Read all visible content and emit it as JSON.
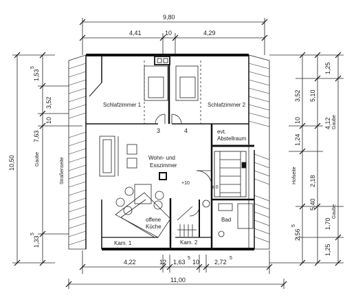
{
  "rooms": {
    "schlafzimmer1": "Schlafzimmer 1",
    "schlafzimmer2": "Schlafzimmer 2",
    "abstell_line1": "evt.",
    "abstell_line2": "Abstellraum",
    "wohn_line1": "Wohn- und",
    "wohn_line2": "Esszimmer",
    "kueche_line1": "offene",
    "kueche_line2": "Küche",
    "bad": "Bad",
    "kam1": "Kam. 1",
    "kam2": "Kam. 2"
  },
  "markers": {
    "door3": "3",
    "door4": "4",
    "level_main": "+10",
    "level_stair": "± 0"
  },
  "side_labels": {
    "strassenseite": "Straßenseite",
    "hofseite": "Hofseite",
    "gaube_left": "Gaube",
    "gaube_right_top": "Gaube",
    "gaube_right_bottom": "Gaube"
  },
  "dimensions": {
    "top_total": "9,80",
    "top_left": "4,41",
    "top_mid": "10",
    "top_right": "4,29",
    "bottom_total": "11,00",
    "bottom_1": "4,22",
    "bottom_2": "12",
    "bottom_3_base": "1,63",
    "bottom_3_sup": "5",
    "bottom_4": "10",
    "bottom_5_base": "2,72",
    "bottom_5_sup": "5",
    "left_total": "10,50",
    "left_inner": "7,63",
    "left_top_base": "1,53",
    "left_top_sup": "5",
    "left_352": "3,52",
    "left_10": "10",
    "left_bottom_base": "1,33",
    "left_bottom_sup": "5",
    "right_125_top": "1,25",
    "right_352": "3,52",
    "right_510": "5,10",
    "right_10": "10",
    "right_412": "4,12",
    "right_124": "1,24",
    "right_218": "2,18",
    "right_540": "5,40",
    "right_256_base": "2,56",
    "right_256_sup": "5",
    "right_170": "1,70",
    "right_125_bottom": "1,25"
  }
}
